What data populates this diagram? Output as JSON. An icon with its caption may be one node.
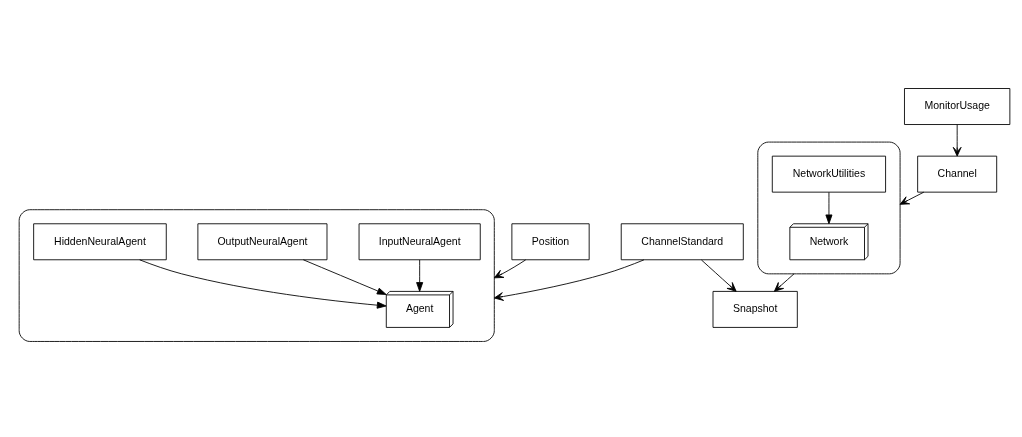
{
  "diagram": {
    "nodes": [
      {
        "text": [],
        "shape": "box"
      },
      {
        "text": [
          "Agent"
        ],
        "in": 0
      },
      {
        "text": [
          "InputNeuralAgent"
        ],
        "in": 0
      },
      {
        "text": [
          "OutputNeuralAgent"
        ],
        "in": 0
      },
      {
        "text": [
          "HiddenNeuralAgent"
        ],
        "in": 0
      },
      {
        "text": [
          "MonitorUsage"
        ]
      },
      {
        "text": [
          "Channel"
        ]
      },
      {
        "text": [
          "Position"
        ]
      },
      {
        "text": [
          "ChannelStandard"
        ]
      },
      {
        "text": [],
        "shape": "box"
      },
      {
        "text": [
          "Network"
        ],
        "in": 9
      },
      {
        "text": [
          "NetworkUtilities"
        ],
        "in": 9
      },
      {
        "text": [
          "Snapshot"
        ]
      }
    ],
    "edges": [
      {
        "from": 2,
        "to": 1,
        "arrow": "to"
      },
      {
        "from": 3,
        "to": 1,
        "arrow": "to"
      },
      {
        "from": 4,
        "to": 1,
        "arrow": "to"
      },
      {
        "from": 5,
        "to": 6,
        "arrow": "to"
      },
      {
        "from": 6,
        "to": 9,
        "arrow": "to"
      },
      {
        "from": 7,
        "to": 0,
        "arrow": "to"
      },
      {
        "from": 11,
        "to": 10,
        "arrow": "to"
      },
      {
        "from": 9,
        "to": 12,
        "arrow": "to"
      },
      {
        "from": 8,
        "to": 0,
        "arrow": "to"
      },
      {
        "from": 8,
        "to": 12,
        "arrow": "to"
      }
    ]
  }
}
